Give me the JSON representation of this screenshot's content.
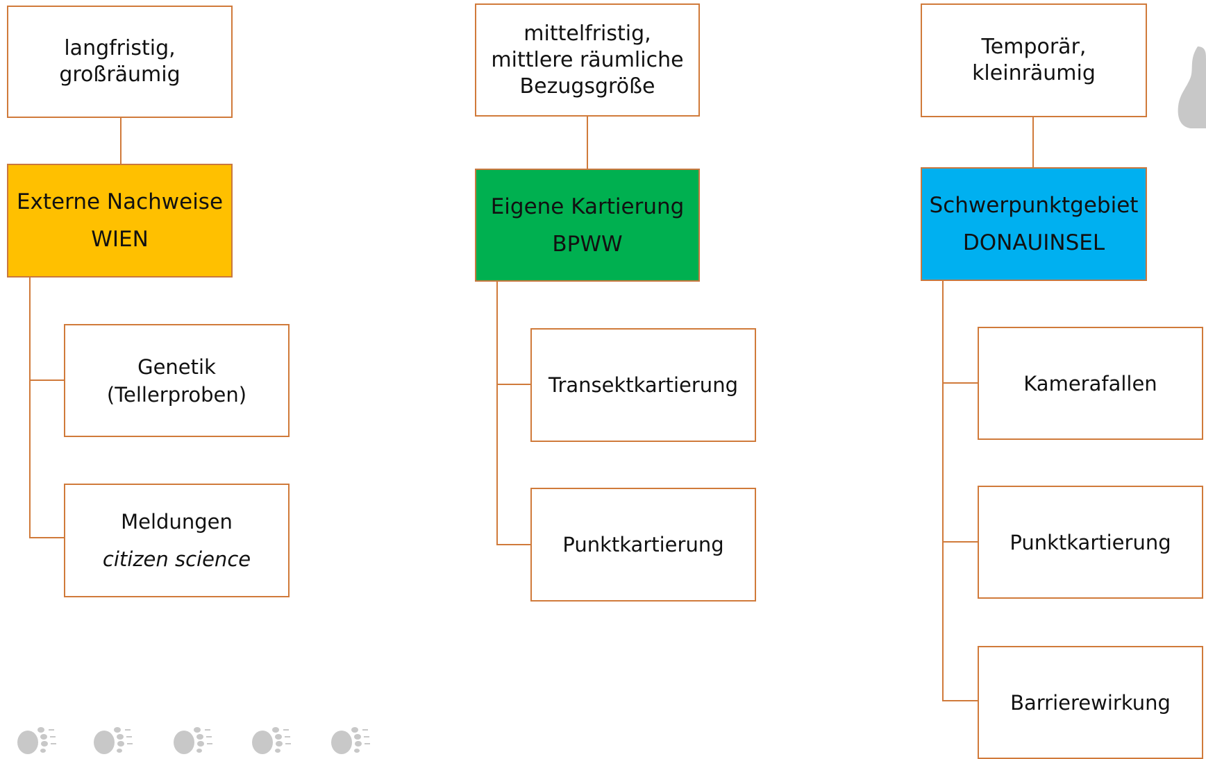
{
  "columns": [
    {
      "header": {
        "lines": [
          "langfristig,",
          "großräumig"
        ]
      },
      "category": {
        "title": "Externe Nachweise",
        "subtitle": "WIEN",
        "color": "#ffc000"
      },
      "methods": [
        {
          "lines": [
            "Genetik",
            "(Tellerproben)"
          ]
        },
        {
          "lines": [
            "Meldungen",
            "citizen science"
          ]
        }
      ]
    },
    {
      "header": {
        "lines": [
          "mittelfristig,",
          "mittlere räumliche",
          "Bezugsgröße"
        ]
      },
      "category": {
        "title": "Eigene Kartierung",
        "subtitle": "BPWW",
        "color": "#00b050"
      },
      "methods": [
        {
          "lines": [
            "Transektkartierung"
          ]
        },
        {
          "lines": [
            "Punktkartierung"
          ]
        }
      ]
    },
    {
      "header": {
        "lines": [
          "Temporär,",
          "kleinräumig"
        ]
      },
      "category": {
        "title": "Schwerpunktgebiet",
        "subtitle": "DONAUINSEL",
        "color": "#00b0f0"
      },
      "methods": [
        {
          "lines": [
            "Kamerafallen"
          ]
        },
        {
          "lines": [
            "Punktkartierung"
          ]
        },
        {
          "lines": [
            "Barrierewirkung"
          ]
        }
      ]
    }
  ],
  "colors": {
    "connector": "#d07a3a",
    "paw_print": "#c8c8c8"
  },
  "decorations": {
    "paw_icons": [
      "paw-print-icon",
      "paw-print-icon",
      "paw-print-icon",
      "paw-print-icon",
      "paw-print-icon"
    ],
    "corner_icon": "footprint-icon"
  }
}
